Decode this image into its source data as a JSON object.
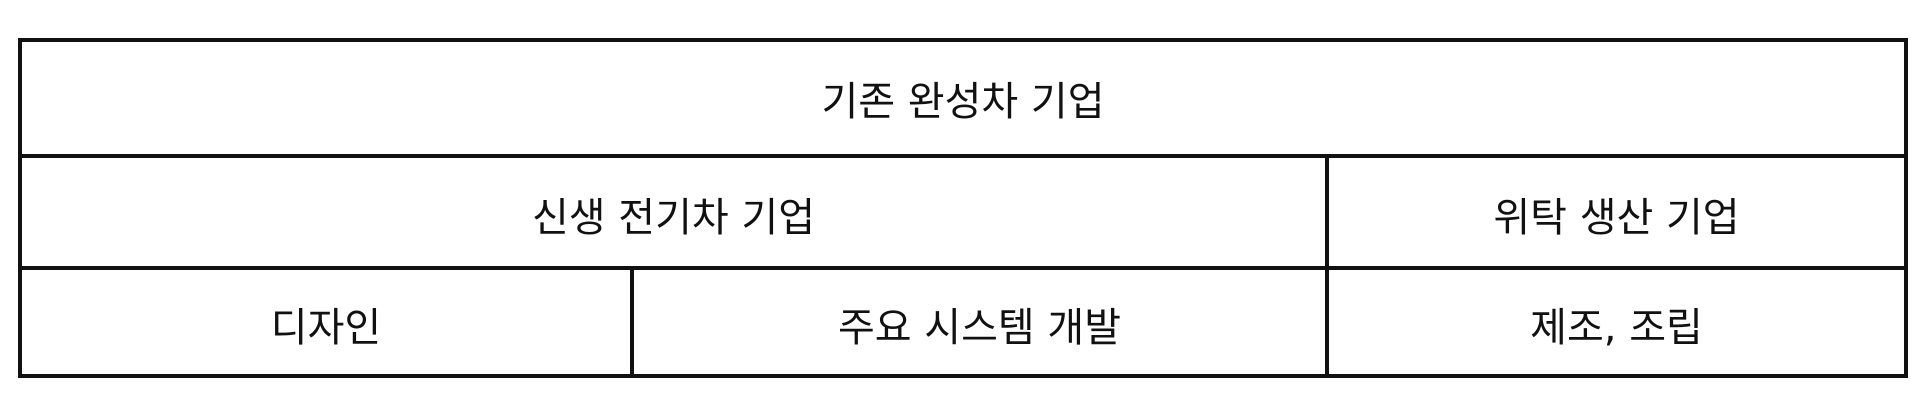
{
  "diagram": {
    "top": {
      "label": "기존 완성차 기업"
    },
    "middle": [
      {
        "label": "신생 전기차 기업"
      },
      {
        "label": "위탁 생산 기업"
      }
    ],
    "bottom": [
      {
        "label": "디자인"
      },
      {
        "label": "주요 시스템 개발"
      },
      {
        "label": "제조, 조립"
      }
    ]
  }
}
